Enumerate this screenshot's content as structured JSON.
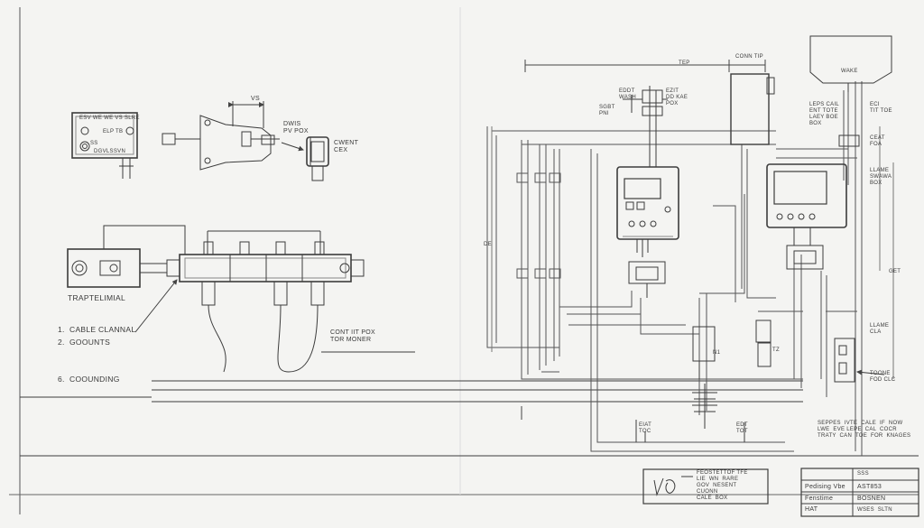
{
  "labels": {
    "sw_box": "ESV WE WE VS SLRE",
    "sw_box_tl": "ELP TB",
    "sw_box_s2": "SS",
    "sw_box_s3": "DGVLSSVN",
    "vs": "VS",
    "dwis": "DWIS\nPV POX",
    "cwnt": "CWENT\nCEX",
    "terminal": "TRAPTELIMIAL",
    "legend1": "1.  CABLE CLANNAL",
    "legend2": "2.  GOOUNTS",
    "legend3": "6.  COOUNDING",
    "cont_box": "CONT IIT POX\nTOR MONER",
    "dim_top": "TEP",
    "conn_tip": "CONN TIP",
    "sgbt": "SGBT\nPNI",
    "eddt": "EDDT\nWASH",
    "ezit": "EZIT\nDD KAE\nPOX",
    "wake": "WAKE",
    "leps": "LEPS CAIL\nENT TOTE\nLAEY BOE\nBOX",
    "eci": "ECI\nTIT TOE",
    "ceat": "CEAT\nFOA",
    "lame": "LLAME\nSWAWA\nBOX",
    "dim_left": "DE",
    "dim_right": "GET",
    "lame_cla": "LLAME\nCLA",
    "toone": "TOONE\nFOD CLC",
    "n1": "N1",
    "tz": "TZ",
    "bot1": "EIAT\nTOC",
    "bot2": "EDT\nTOT",
    "note": "SEPPES  IVTE  CALE  IF  NOW\nLWE  EVE LEPE  CAL  COCR\nTRATY  CAN  TOE  FOR  KNAGES",
    "lg2_1": "FEOSTETTOF TFE",
    "lg2_2": "LIE  WN  RARE",
    "lg2_3": "GOV  NESENT",
    "lg2_4": "CUONN",
    "lg2_5": "CALE  BOX",
    "tb_h1": "SSS",
    "tb_l1": "Pedising Vbe",
    "tb_v1": "AST853",
    "tb_l2": "Fenstime",
    "tb_v2": "BOSNEN",
    "tb_l3": "HAT",
    "tb_v3": "WSES  SLTN"
  }
}
